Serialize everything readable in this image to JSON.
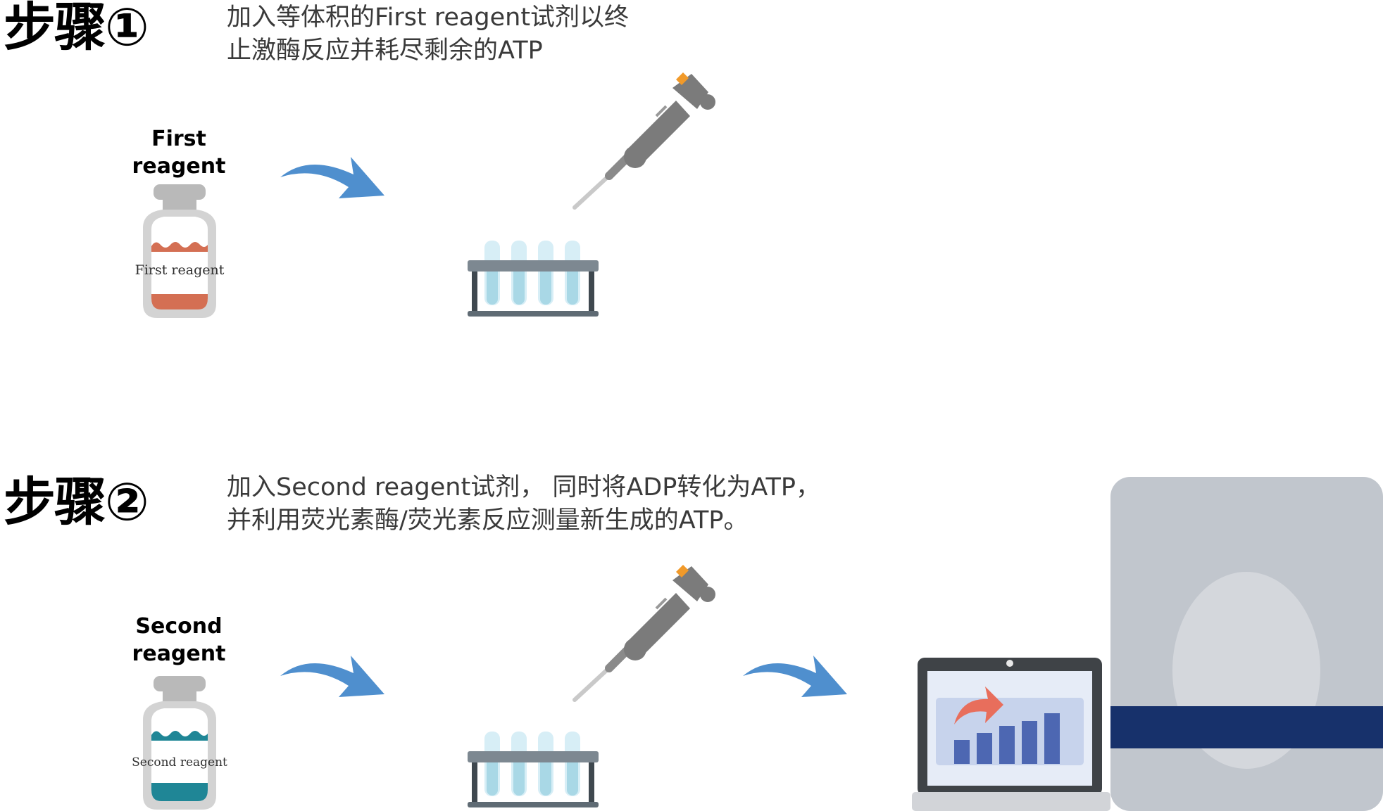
{
  "steps": [
    {
      "title": "步骤①",
      "desc_line1": "加入等体积的First reagent试剂以终",
      "desc_line2": "止激酶反应并耗尽剩余的ATP",
      "reagent_label_line1": "First",
      "reagent_label_line2": "reagent",
      "bottle_text": "First reagent",
      "liquid_color": "#d46f53"
    },
    {
      "title": "步骤②",
      "desc_line1": "加入Second reagent试剂， 同时将ADP转化为ATP，",
      "desc_line2": "并利用荧光素酶/荧光素反应测量新生成的ATP。",
      "reagent_label_line1": "Second",
      "reagent_label_line2": "reagent",
      "bottle_text": "Second reagent",
      "liquid_color": "#1f8696"
    }
  ],
  "icons": {
    "arrow": "curved-arrow-icon",
    "pipette": "pipette-icon",
    "tube_rack": "test-tube-rack-icon",
    "laptop": "laptop-chart-icon",
    "reader": "plate-reader-icon"
  },
  "colors": {
    "arrow_blue": "#4f8fce",
    "pipette_gray": "#7b7b7b",
    "pipette_orange": "#f19a2a",
    "rack_gray": "#5f6b74",
    "tube_liquid": "#a9d8e6",
    "laptop_frame": "#3f4347",
    "screen_bg": "#e6ecf7",
    "chart_bar": "#4d67b2",
    "chart_arrow": "#e86e5c",
    "reader_body": "#c1c6cd",
    "reader_band": "#17316b"
  }
}
